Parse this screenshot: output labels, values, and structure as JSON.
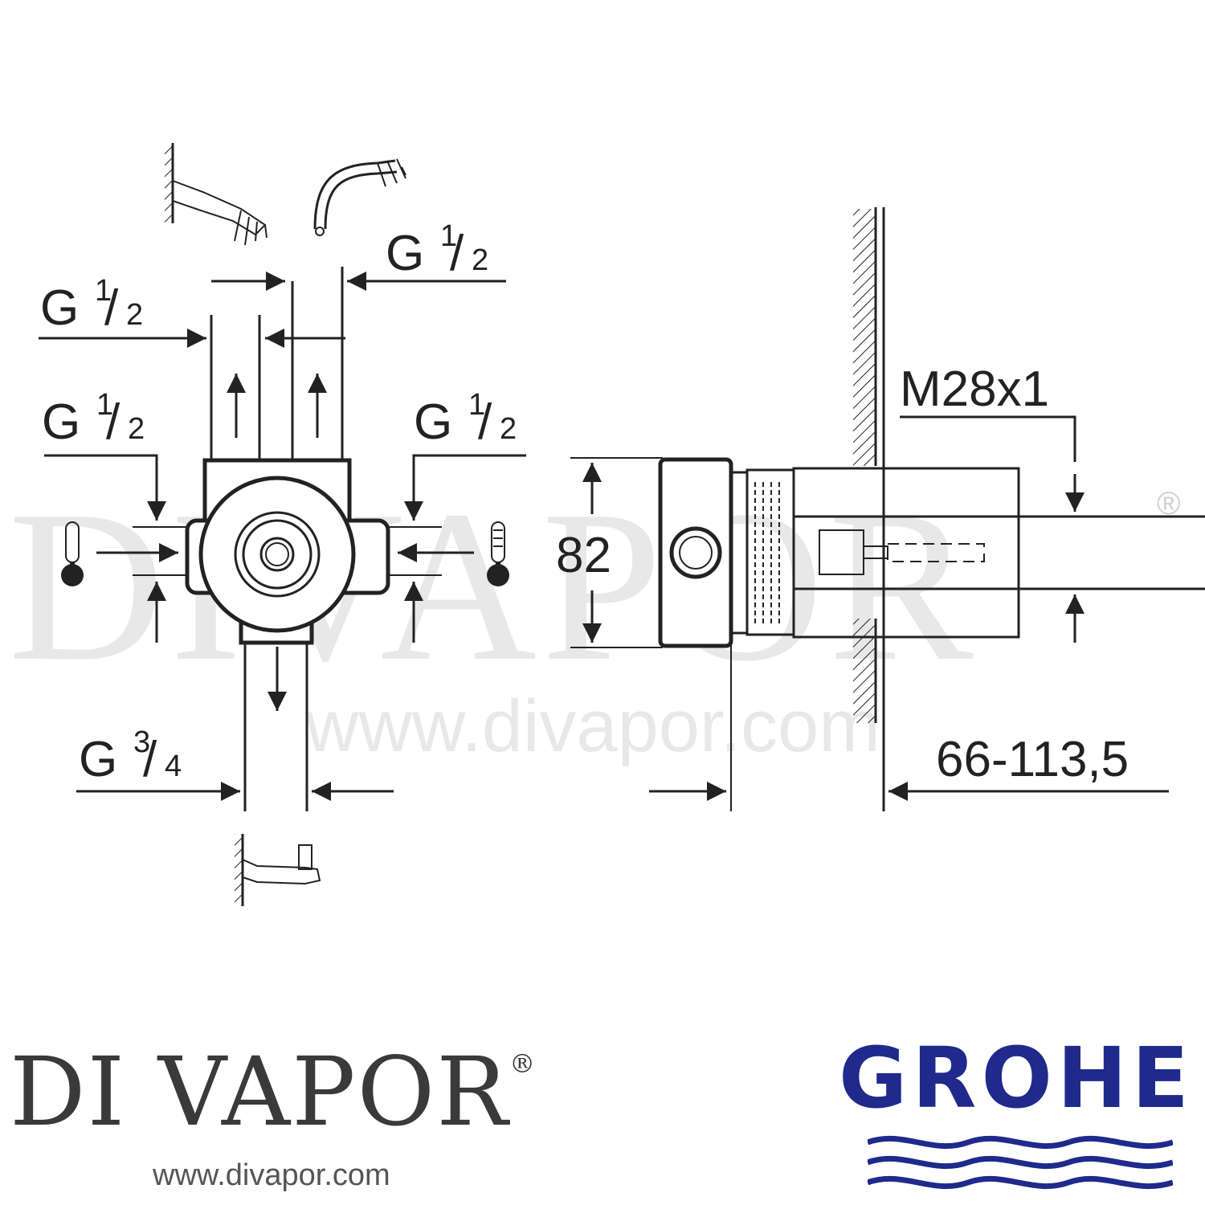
{
  "watermark": {
    "big": "DIVAPOR",
    "url": "www.divapor.com",
    "reg": "®"
  },
  "front_view": {
    "outlet_right_top": {
      "base": "G",
      "num": "1",
      "den": "2"
    },
    "outlet_left_top": {
      "base": "G",
      "num": "1",
      "den": "2"
    },
    "inlet_left": {
      "base": "G",
      "num": "1",
      "den": "2"
    },
    "inlet_right": {
      "base": "G",
      "num": "1",
      "den": "2"
    },
    "outlet_bottom": {
      "base": "G",
      "num": "3",
      "den": "4"
    }
  },
  "side_view": {
    "thread": "M28x1",
    "height": "82",
    "depth_range": "66-113,5"
  },
  "branding": {
    "left_name": "DI VAPOR",
    "left_reg": "®",
    "left_url": "www.divapor.com",
    "right_logo": "GROHE",
    "right_logo_color": "#1f2a8c"
  },
  "icons": {
    "top_left": "wall-shower-icon",
    "top_right": "bath-spout-icon",
    "left": "cold-thermometer-icon",
    "right": "hot-thermometer-icon",
    "bottom": "bath-filler-icon"
  }
}
